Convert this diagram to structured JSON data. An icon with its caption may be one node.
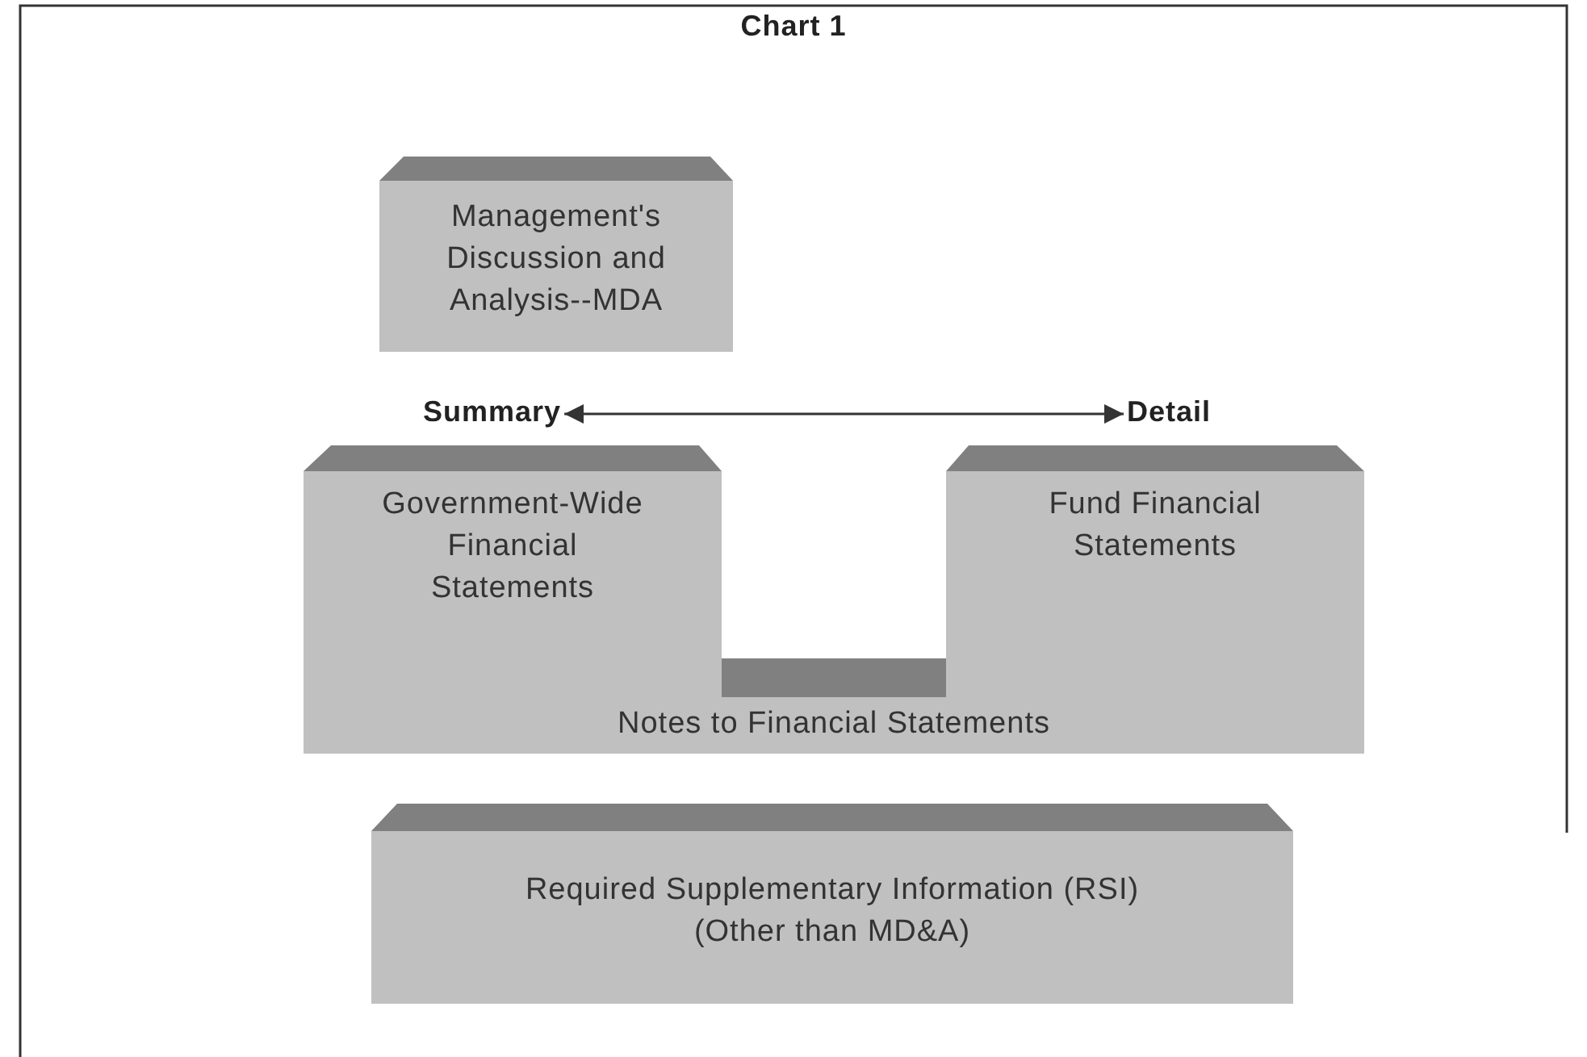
{
  "diagram": {
    "title": "Chart 1",
    "nodes": [
      {
        "text": [
          "Management's Discussion and Analysis--MDA"
        ]
      },
      {
        "text": [
          "Summary"
        ]
      },
      {
        "text": [
          "Detail"
        ]
      },
      {
        "text": [
          "Government-Wide Financial Statements"
        ]
      },
      {
        "text": [
          "Fund Financial Statements"
        ]
      },
      {
        "text": [],
        "shape": "bar"
      },
      {
        "text": [
          "Notes to Financial Statements"
        ]
      },
      {
        "text": [
          "Required Supplementary Information (RSI) (Other than MD&A)"
        ]
      }
    ],
    "edges": [
      {
        "from": 1,
        "to": 2,
        "arrow": "both"
      }
    ]
  }
}
